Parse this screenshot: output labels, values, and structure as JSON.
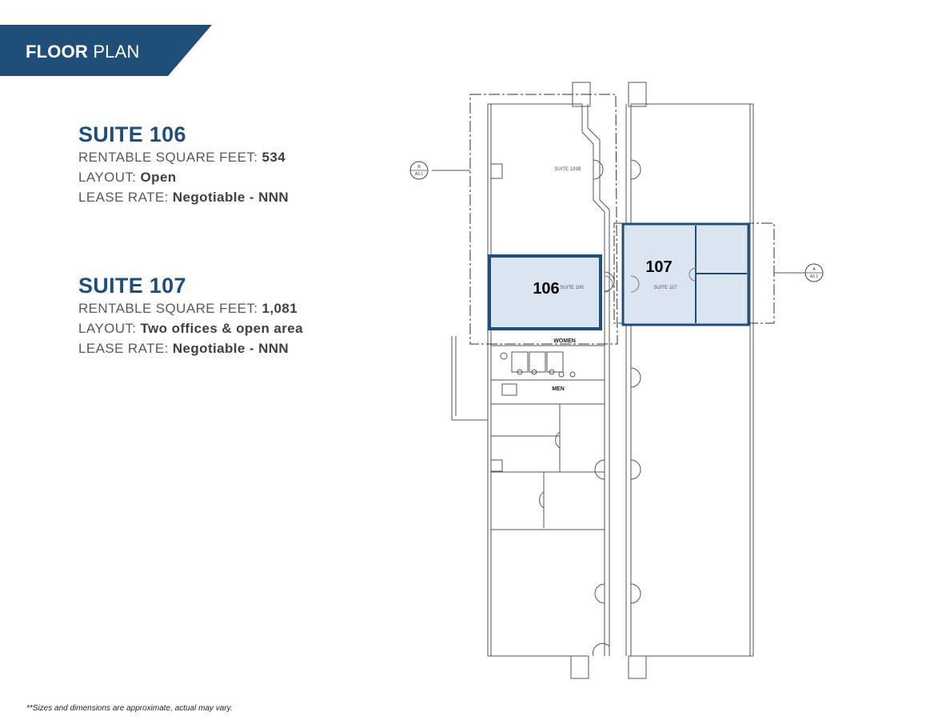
{
  "header": {
    "title_bold": "FLOOR",
    "title_light": "PLAN"
  },
  "suites": [
    {
      "title": "SUITE 106",
      "sqft_label": "RENTABLE  SQUARE FEET:",
      "sqft": "534",
      "layout_label": "LAYOUT:",
      "layout": "Open",
      "rate_label": "LEASE RATE:",
      "rate": "Negotiable - NNN"
    },
    {
      "title": "SUITE 107",
      "sqft_label": "RENTABLE  SQUARE FEET:",
      "sqft": "1,081",
      "layout_label": "LAYOUT:",
      "layout": "Two offices & open area",
      "rate_label": "LEASE RATE:",
      "rate": "Negotiable - NNN"
    }
  ],
  "plan": {
    "label_106": "106",
    "label_107": "107",
    "room_suite_109b": "SUITE 109B",
    "room_suite_106": "SUITE 106",
    "room_suite_107": "SUITE 107",
    "room_women": "WOMEN",
    "room_men": "MEN",
    "section_left_top": "B",
    "section_left_bottom": "A3.1",
    "section_right_top": "A",
    "section_right_bottom": "A2.1"
  },
  "colors": {
    "brand_navy": "#1f4e79",
    "highlight_fill": "#dbe5f1",
    "highlight_stroke": "#1f4e79"
  },
  "footer": {
    "note": "**Sizes and dimensions are approximate, actual may vary."
  }
}
